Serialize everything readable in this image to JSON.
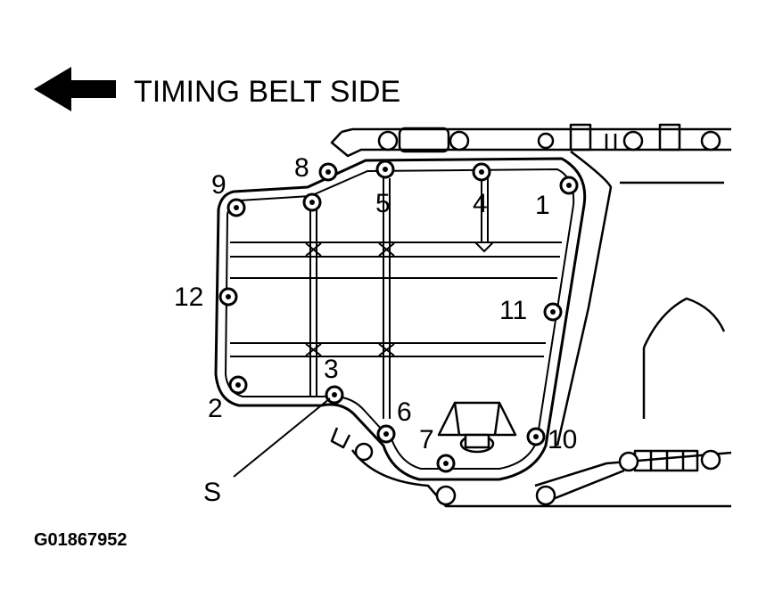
{
  "header": {
    "direction_label": "TIMING BELT SIDE"
  },
  "figure_id": "G01867952",
  "callouts": {
    "bolt_1": "1",
    "bolt_2": "2",
    "bolt_3": "3",
    "bolt_4": "4",
    "bolt_5": "5",
    "bolt_6": "6",
    "bolt_7": "7",
    "bolt_8": "8",
    "bolt_9": "9",
    "bolt_10": "10",
    "bolt_11": "11",
    "bolt_12": "12",
    "sealant_point": "S"
  },
  "colors": {
    "ink": "#000000",
    "paper": "#ffffff"
  },
  "icons": {
    "direction": "arrow-left-icon",
    "bolt": "bolt-head-icon"
  }
}
